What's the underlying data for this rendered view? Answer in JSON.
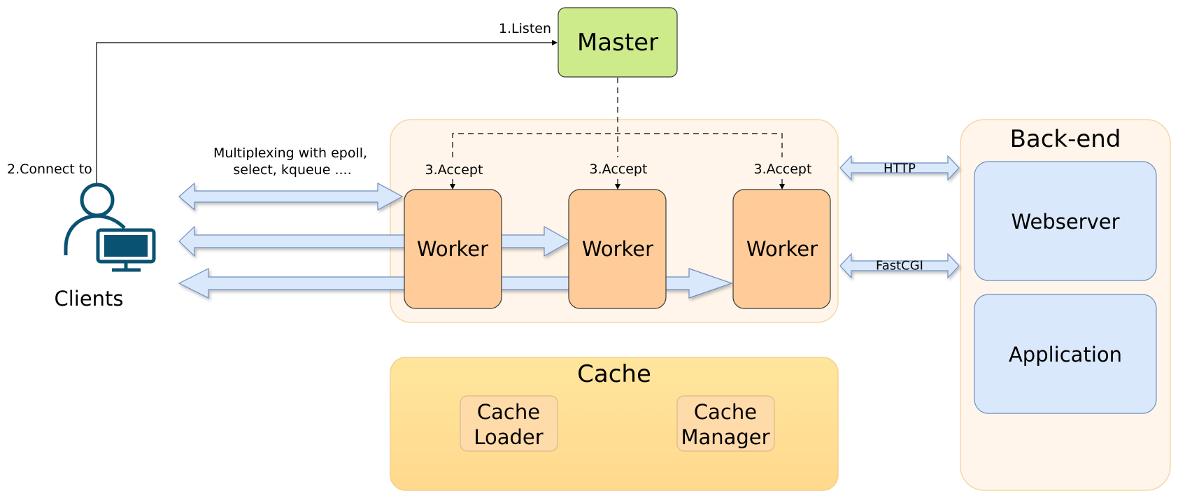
{
  "diagram": {
    "master": {
      "label": "Master",
      "fill": "#cdeb8b",
      "stroke": "#36393d"
    },
    "listen_label": "1.Listen",
    "connect_label": "2.Connect to",
    "clients_label": "Clients",
    "multiplex_line1": "Multiplexing with epoll,",
    "multiplex_line2": "select, kqueue ....",
    "accept_labels": [
      "3.Accept",
      "3.Accept",
      "3.Accept"
    ],
    "workers": [
      "Worker",
      "Worker",
      "Worker"
    ],
    "worker_fill": "#ffcc99",
    "worker_group_fill": "#fff5ea",
    "cache": {
      "title": "Cache",
      "loader": [
        "Cache",
        "Loader"
      ],
      "manager": [
        "Cache",
        "Manager"
      ],
      "fill_top": "#ffe69d",
      "fill_bottom": "#ffd98d"
    },
    "backend": {
      "title": "Back-end",
      "webserver": "Webserver",
      "application": "Application",
      "box_fill": "#dae8fc",
      "box_stroke": "#6c8ebf"
    },
    "protocols": {
      "http": "HTTP",
      "fastcgi": "FastCGI"
    },
    "arrow_fill": "#dae8fc",
    "arrow_stroke": "#6c8ebf",
    "client_icon_color": "#0a5272"
  }
}
